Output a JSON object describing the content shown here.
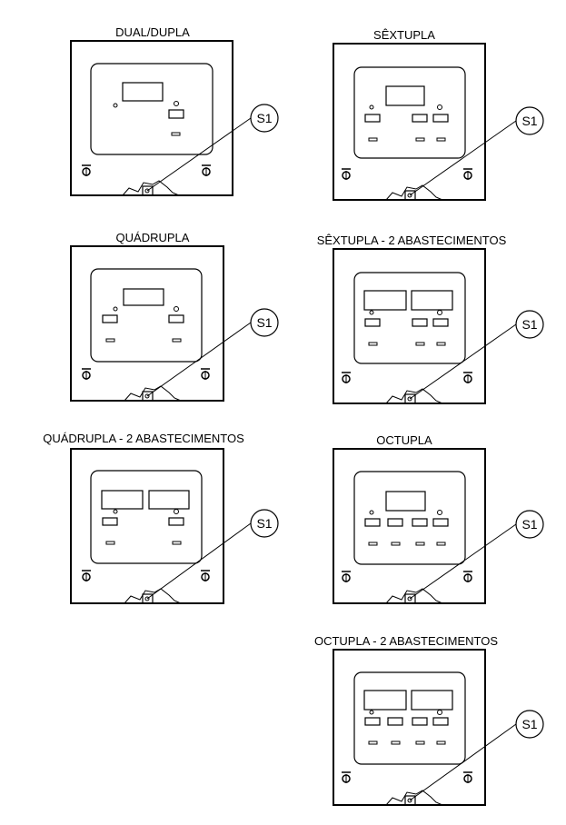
{
  "colors": {
    "ink": "#000000",
    "paper": "#ffffff"
  },
  "panels": [
    {
      "title": "DUAL/DUPLA",
      "callout": "S1"
    },
    {
      "title": "SÊXTUPLA",
      "callout": "S1"
    },
    {
      "title": "QUÁDRUPLA",
      "callout": "S1"
    },
    {
      "title": "SÊXTUPLA - 2 ABASTECIMENTOS",
      "callout": "S1"
    },
    {
      "title": "QUÁDRUPLA - 2 ABASTECIMENTOS",
      "callout": "S1"
    },
    {
      "title": "OCTUPLA",
      "callout": "S1"
    },
    {
      "title": "OCTUPLA - 2 ABASTECIMENTOS",
      "callout": "S1"
    }
  ]
}
